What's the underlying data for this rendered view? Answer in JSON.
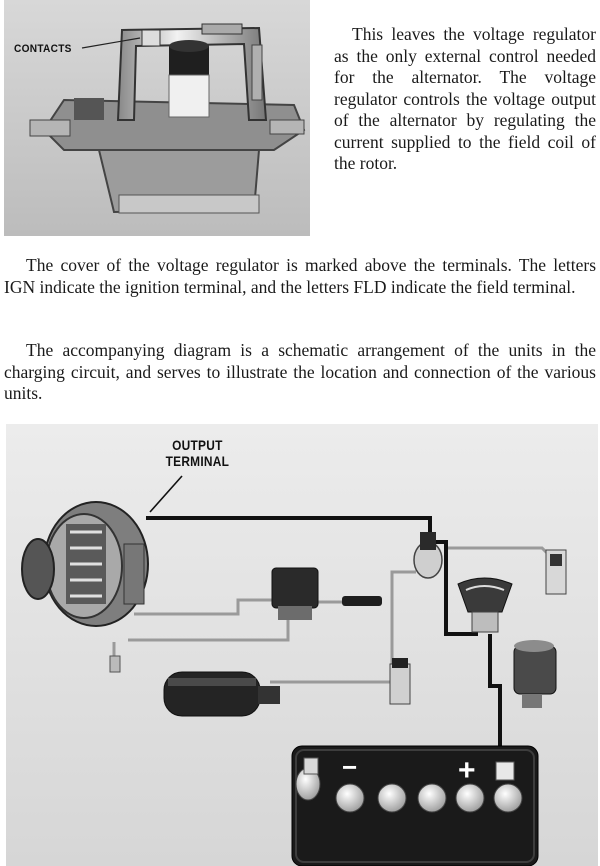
{
  "regulator_photo": {
    "callout": "CONTACTS"
  },
  "text": {
    "intro": "This leaves the voltage regulator as the only external control needed for the alternator. The voltage regulator controls the voltage output of the alternator by regulating the current supplied to the field coil of the rotor.",
    "cover": "The cover of the voltage regulator is marked above the terminals. The letters IGN indicate the ignition terminal, and the letters FLD indicate the field terminal.",
    "diagram": "The accompanying diagram is a schematic arrangement of the units in the charging circuit, and serves to illustrate the location and connection of the various units."
  },
  "diagram_photo": {
    "callout_line1": "OUTPUT",
    "callout_line2": "TERMINAL",
    "battery_minus": "−",
    "battery_plus": "+"
  },
  "colors": {
    "photo_bg": "#e6e6e6",
    "wire_black": "#111111",
    "wire_gray": "#9a9a9a"
  }
}
